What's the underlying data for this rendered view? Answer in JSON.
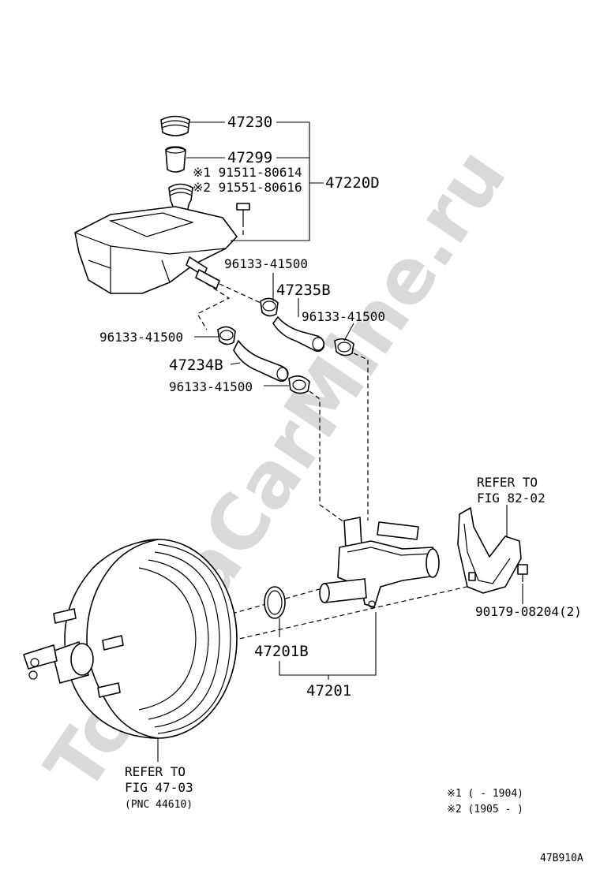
{
  "watermark": "ToyotaCarMine.ru",
  "labels": {
    "p47230": "47230",
    "p47299": "47299",
    "p91511": "※1 91511-80614",
    "p91551": "※2 91551-80616",
    "p47220D": "47220D",
    "p96133_a": "96133-41500",
    "p47235B": "47235B",
    "p96133_b": "96133-41500",
    "p96133_c": "96133-41500",
    "p47234B": "47234B",
    "p96133_d": "96133-41500",
    "refer_82_line1": "REFER TO",
    "refer_82_line2": "FIG 82-02",
    "p90179": "90179-08204(2)",
    "p47201B": "47201B",
    "p47201": "47201",
    "refer_47_line1": "REFER TO",
    "refer_47_line2": "FIG 47-03",
    "refer_47_line3": "(PNC 44610)"
  },
  "footnotes": {
    "note1": "※1 (    - 1904)",
    "note2": "※2 (1905 -     )"
  },
  "diagram_id": "47B910A"
}
